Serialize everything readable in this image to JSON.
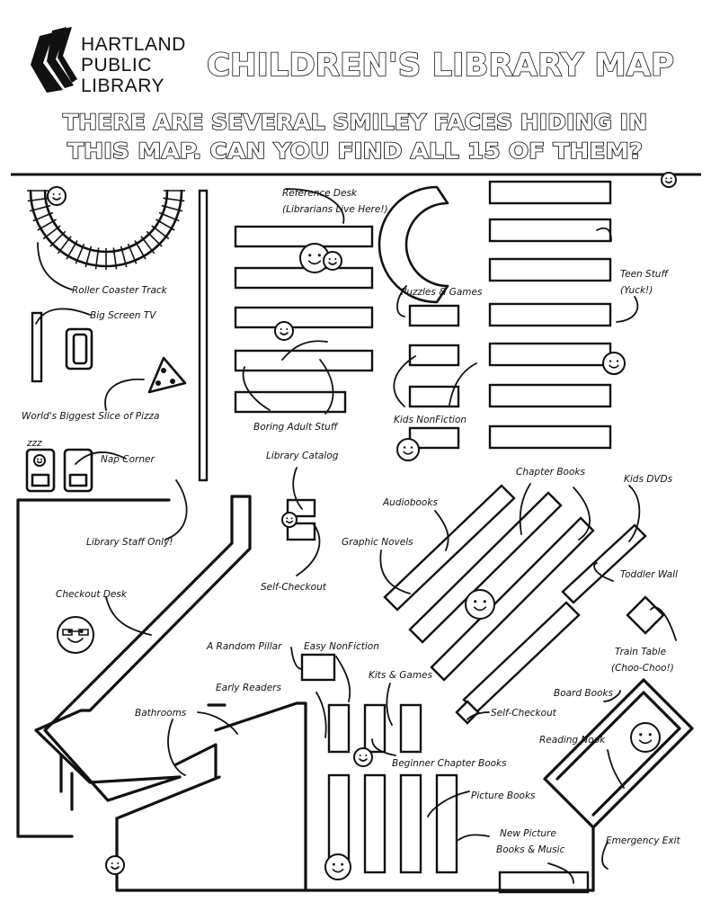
{
  "header": {
    "logo_line1": "HARTLAND",
    "logo_line2": "PUBLIC",
    "logo_line3": "LIBRARY",
    "title": "CHILDREN'S LIBRARY MAP",
    "subtitle_line1": "THERE ARE SEVERAL SMILEY FACES HIDING IN",
    "subtitle_line2": "THIS MAP.  CAN YOU FIND ALL 15 OF THEM?"
  },
  "labels": {
    "roller_coaster": "Roller Coaster Track",
    "big_screen_tv": "Big Screen TV",
    "pizza": "World's Biggest Slice of Pizza",
    "zzz": "zzz",
    "nap_corner": "Nap Corner",
    "staff_only": "Library Staff Only!",
    "checkout_desk": "Checkout Desk",
    "reference_desk_1": "Reference Desk",
    "reference_desk_2": "(Librarians Live Here!)",
    "boring_adult": "Boring Adult Stuff",
    "library_catalog": "Library Catalog",
    "self_checkout_1": "Self-Checkout",
    "puzzles_games": "Puzzles & Games",
    "kids_nonfiction": "Kids NonFiction",
    "teen_stuff_1": "Teen Stuff",
    "teen_stuff_2": "(Yuck!)",
    "audiobooks": "Audiobooks",
    "graphic_novels": "Graphic Novels",
    "chapter_books": "Chapter Books",
    "kids_dvds": "Kids DVDs",
    "toddler_wall": "Toddler Wall",
    "train_table_1": "Train Table",
    "train_table_2": "(Choo-Choo!)",
    "random_pillar": "A Random Pillar",
    "easy_nonfiction": "Easy NonFiction",
    "kits_games": "Kits & Games",
    "early_readers": "Early Readers",
    "self_checkout_2": "Self-Checkout",
    "bathrooms": "Bathrooms",
    "beginner_chapter": "Beginner Chapter Books",
    "board_books": "Board Books",
    "reading_nook": "Reading Nook",
    "picture_books": "Picture Books",
    "new_picture_1": "New Picture",
    "new_picture_2": "Books & Music",
    "emergency_exit": "Emergency Exit"
  },
  "colors": {
    "ink": "#111111",
    "paper": "#ffffff"
  },
  "icons": {
    "logo": "book-stack-logo-icon",
    "tv": "couch-icon",
    "pizza": "pizza-slice-icon",
    "beds": "bed-icon",
    "faces": "smiley-face-icon"
  }
}
